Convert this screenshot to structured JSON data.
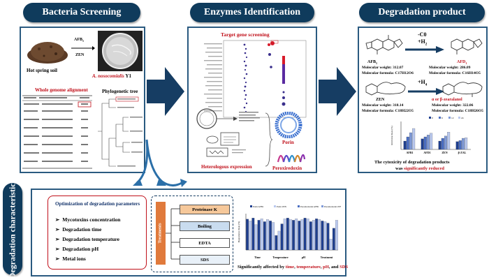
{
  "headers": {
    "bacteria": "Bacteria Screening",
    "enzymes": "Enzymes Identification",
    "product": "Degradation product",
    "characteristics": "Degradation characteristics"
  },
  "bacteria": {
    "afb": "AFB",
    "afb_sub": "1",
    "zen": "ZEN",
    "soil_label": "Hot spring soil",
    "strain_italic": "A. nosocomialis",
    "strain_suffix": " Y1",
    "genome_title": "Whole genome alignment",
    "tree_title": "Phylogenetic tree"
  },
  "enzymes": {
    "target_title": "Target gene screening",
    "expression_label": "Heterologous expression",
    "porin_label": "Porin",
    "peroxiredoxin_label": "Peroxiredoxin"
  },
  "product": {
    "minus_c0": "-C0",
    "plus_h2": "+H",
    "h2_sub": "2",
    "plus_h4": "+H",
    "h4_sub": "4",
    "afb1_label": "AFB",
    "afb1_sub": "1",
    "afb1_mw": "Molecular weight: 312.07",
    "afb1_formula": "Molecular formula: C17H12O6",
    "afd1_label": "AFD",
    "afd1_sub": "1",
    "afd1_mw": "Molecular weight: 286.09",
    "afd1_formula": "Molecular formula: C16H14O5",
    "zen_label": "ZEN",
    "zen_mw": "Molecular weight: 318.14",
    "zen_formula": "Molecular formula: C18H22O5",
    "zal_label": "α or β-zearalanol",
    "zal_mw": "Molecular weight: 322.06",
    "zal_formula": "Molecular formula: C18H26O5",
    "cytotox_text": "The cytoxicity of degradation products",
    "cytotox_was": "was ",
    "cytotox_reduced": "significantly reduced"
  },
  "characteristics": {
    "opt_title": "Optimization of degradation parameters",
    "params": [
      "Mycotoxins concentration",
      "Degradation time",
      "Degradation temperature",
      "Degradation pH",
      "Metal ions"
    ],
    "treatments_label": "Treatments",
    "treatments": [
      "Proteinase K",
      "Boiling",
      "EDTA",
      "SDS"
    ],
    "summary_prefix": "Significantly affected by ",
    "summary_items": [
      "time",
      "temperature",
      "pH",
      "SDS"
    ],
    "summary_sep1": ", ",
    "summary_sep2": ", ",
    "summary_and": ", and "
  },
  "colors": {
    "header_bg": "#0f3b5c",
    "accent_red": "#c0101a",
    "treatment_fill_orange": "#f6c89a",
    "treatment_fill_blue": "#c9dcef",
    "bar_dark": "#1f3f8f",
    "bar_light": "#b9c8ee"
  },
  "chart_data": [
    {
      "type": "bar",
      "categories": [
        "AFB1",
        "AFD1",
        "ZEN",
        "β-ZAL"
      ],
      "series": [
        {
          "name": "0",
          "values": [
            30,
            38,
            30,
            28
          ]
        },
        {
          "name": "6",
          "values": [
            45,
            45,
            40,
            32
          ]
        },
        {
          "name": "12",
          "values": [
            60,
            52,
            48,
            40
          ]
        },
        {
          "name": "24",
          "values": [
            75,
            58,
            62,
            42
          ]
        }
      ],
      "ylabel": "Inhibition Rate (%)",
      "ylim": [
        0,
        100
      ]
    },
    {
      "type": "bar",
      "legend": [
        "Porin AFB1",
        "Porin ZEN",
        "Peroxiredoxin AFB1",
        "Peroxiredoxin ZEN"
      ],
      "groups": [
        "Time",
        "Temperature",
        "pH",
        "Treatment"
      ],
      "ylabel": "Degradation Rate (%)",
      "values": [
        85,
        80,
        88,
        70,
        82,
        86,
        78,
        84,
        80,
        76,
        40,
        52,
        72,
        86,
        88,
        84,
        82,
        86,
        80,
        84,
        88,
        86,
        78,
        82,
        86,
        84,
        80,
        78,
        74,
        30,
        60,
        82
      ],
      "ylim": [
        0,
        100
      ]
    }
  ]
}
